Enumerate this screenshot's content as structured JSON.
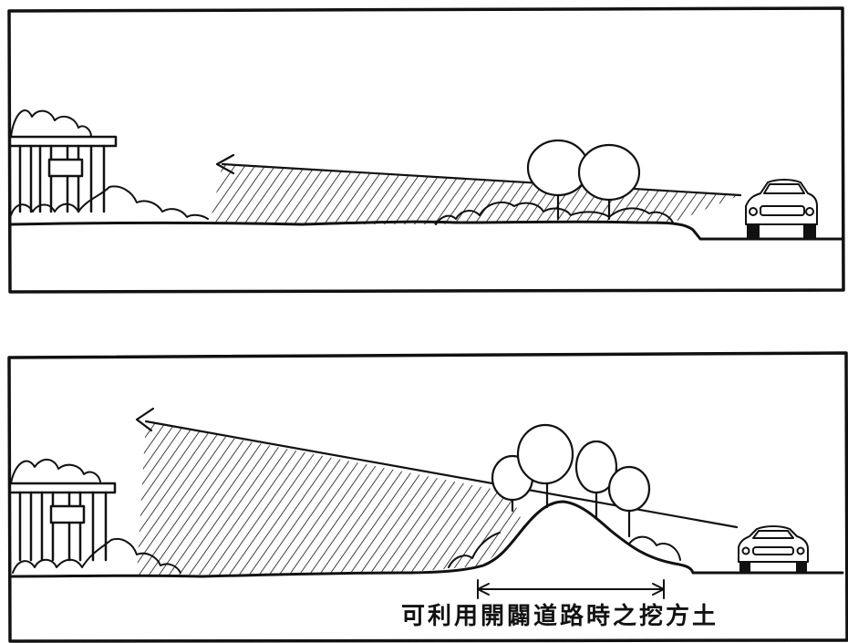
{
  "panels": [
    {
      "id": "top",
      "description_name": "sightline-without-berm"
    },
    {
      "id": "bottom",
      "description_name": "sightline-with-berm"
    }
  ],
  "caption": "可利用開闢道路時之挖方土",
  "colors": {
    "ink": "#111111",
    "paper": "#ffffff"
  }
}
